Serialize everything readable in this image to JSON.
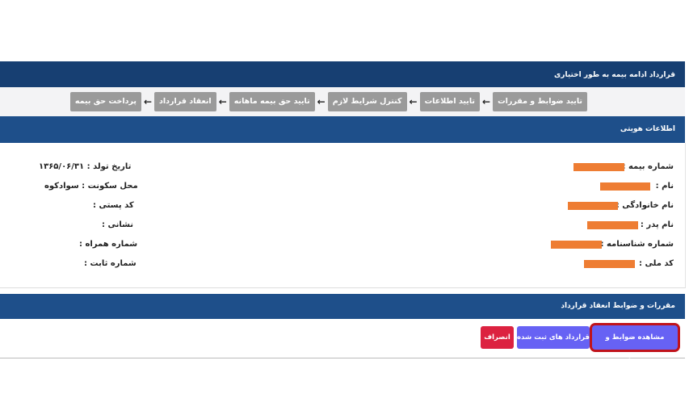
{
  "top_bar": {
    "title": "قرارداد ادامه بیمه به طور اختیاری"
  },
  "steps": [
    {
      "label": "تایید ضوابط و مقررات"
    },
    {
      "label": "تایید اطلاعات"
    },
    {
      "label": "کنترل شرایط لازم"
    },
    {
      "label": "تایید حق بیمه ماهانه"
    },
    {
      "label": "انعقاد قرارداد"
    },
    {
      "label": "پرداخت حق بیمه"
    }
  ],
  "arrow_glyph": "←",
  "identity": {
    "title": "اطلاعات هویتی",
    "right_fields": [
      {
        "label": "شماره بیمه :",
        "redacted": true
      },
      {
        "label": "نام :",
        "redacted": true
      },
      {
        "label": "نام خانوادگی :",
        "redacted": true
      },
      {
        "label": "نام پدر :",
        "redacted": true
      },
      {
        "label": "شماره شناسنامه :",
        "redacted": true
      },
      {
        "label": "کد ملی :",
        "redacted": true
      }
    ],
    "left_fields": [
      {
        "text": "تاریخ تولد : ۱۳۶۵/۰۶/۳۱"
      },
      {
        "text": "محل سکونت : سوادکوه"
      },
      {
        "text": "کد پستی :"
      },
      {
        "text": "نشانی :"
      },
      {
        "text": "شماره همراه :"
      },
      {
        "text": "شماره ثابت :"
      }
    ],
    "redaction_color": "#ee7d33"
  },
  "terms": {
    "title": "مقررات و ضوابط انعقاد قرارداد",
    "buttons": {
      "view_terms": "مشاهده ضوابط و مقررات",
      "registered_contracts": "قرارداد های ثبت شده",
      "cancel": "انصراف"
    }
  },
  "colors": {
    "header_blue": "#1e4f8a",
    "button_purple": "#6762f4",
    "button_red": "#dc2240",
    "highlight": "#c0131b"
  }
}
